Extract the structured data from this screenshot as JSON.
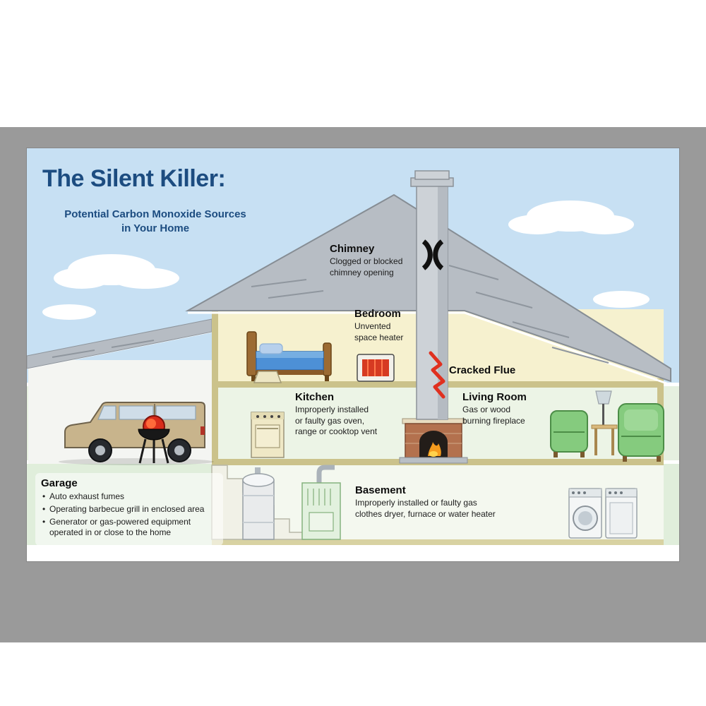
{
  "poster": {
    "title": "The Silent Killer:",
    "subtitle_line1": "Potential Carbon Monoxide Sources",
    "subtitle_line2": "in Your Home",
    "labels": {
      "chimney": {
        "heading": "Chimney",
        "description": "Clogged or blocked\nchimney opening"
      },
      "bedroom": {
        "heading": "Bedroom",
        "description": "Unvented\nspace heater"
      },
      "cracked_flue": {
        "heading": "Cracked Flue"
      },
      "kitchen": {
        "heading": "Kitchen",
        "description": "Improperly installed\nor faulty gas oven,\nrange or cooktop vent"
      },
      "living_room": {
        "heading": "Living Room",
        "description": "Gas or wood\nburning fireplace"
      },
      "basement": {
        "heading": "Basement",
        "description": "Improperly installed or faulty gas\nclothes dryer, furnace or water heater"
      },
      "garage": {
        "heading": "Garage",
        "bullets": [
          "Auto exhaust fumes",
          "Operating barbecue grill in enclosed area",
          "Generator or gas-powered equipment operated in or close to the home"
        ]
      }
    },
    "colors": {
      "title_blue": "#1c4c80",
      "sky_blue": "#c7e0f3",
      "band_green": "#e6f0e0",
      "interior_cream": "#f6f1cf",
      "roof_gray": "#b7bdc4",
      "frame_gray": "#9a9a9a",
      "alert_red": "#e0301f",
      "chair_green": "#85cb7e",
      "car_tan": "#c8b48c"
    },
    "scene_elements": [
      "clouds",
      "garage-roof",
      "main-roof",
      "chimney",
      "clog-marks",
      "crack-zigzag",
      "fireplace",
      "bed",
      "space-heater",
      "range-hood",
      "stove",
      "armchairs",
      "lamp-table",
      "stairs",
      "water-heater",
      "furnace",
      "washer",
      "dryer",
      "suv-car",
      "barbecue-grill"
    ]
  }
}
